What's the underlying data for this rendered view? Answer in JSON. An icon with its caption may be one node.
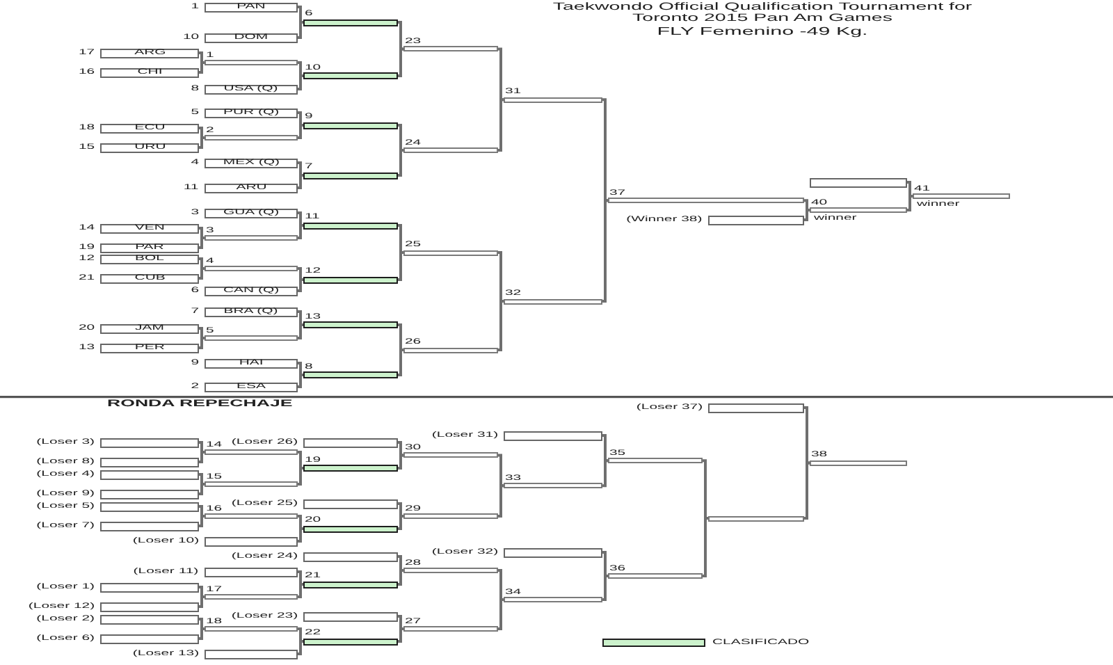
{
  "diagram": {
    "title": "Taekwondo Official Qualification Tournament for Toronto 2015 Pan Am Games",
    "nodes": [
      {
        "text": [
          "PAN"
        ],
        "beside": [
          "1"
        ]
      },
      {
        "text": [
          "DOM"
        ],
        "beside": [
          "10"
        ]
      },
      {
        "text": [
          "ARG"
        ],
        "beside": [
          "17"
        ]
      },
      {
        "text": [
          "CHI"
        ],
        "beside": [
          "16"
        ]
      },
      {
        "text": [
          "USA (Q)"
        ],
        "beside": [
          "8"
        ]
      },
      {
        "text": [
          "PUR (Q)"
        ],
        "beside": [
          "5"
        ]
      },
      {
        "text": [
          "ECU"
        ],
        "beside": [
          "18"
        ]
      },
      {
        "text": [
          "URU"
        ],
        "beside": [
          "15"
        ]
      },
      {
        "text": [
          "MEX (Q)"
        ],
        "beside": [
          "4"
        ]
      },
      {
        "text": [
          "ARU"
        ],
        "beside": [
          "11"
        ]
      },
      {
        "text": [
          "GUA (Q)"
        ],
        "beside": [
          "3"
        ]
      },
      {
        "text": [
          "VEN"
        ],
        "beside": [
          "14"
        ]
      },
      {
        "text": [
          "PAR"
        ],
        "beside": [
          "19"
        ]
      },
      {
        "text": [
          "BOL"
        ],
        "beside": [
          "12"
        ]
      },
      {
        "text": [
          "CUB"
        ],
        "beside": [
          "21"
        ]
      },
      {
        "text": [
          "CAN (Q)"
        ],
        "beside": [
          "6"
        ]
      },
      {
        "text": [
          "BRA (Q)"
        ],
        "beside": [
          "7"
        ]
      },
      {
        "text": [
          "JAM"
        ],
        "beside": [
          "20"
        ]
      },
      {
        "text": [
          "PER"
        ],
        "beside": [
          "13"
        ]
      },
      {
        "text": [
          "HAI"
        ],
        "beside": [
          "9"
        ]
      },
      {
        "text": [
          "ESA"
        ],
        "beside": [
          "2"
        ]
      },
      {
        "text": [],
        "shape": "bar",
        "beside": [
          "1"
        ]
      },
      {
        "text": [],
        "shape": "bar",
        "beside": [
          "2"
        ]
      },
      {
        "text": [],
        "shape": "bar",
        "beside": [
          "3"
        ]
      },
      {
        "text": [],
        "shape": "bar",
        "beside": [
          "4"
        ]
      },
      {
        "text": [],
        "shape": "bar",
        "beside": [
          "5"
        ]
      },
      {
        "text": [],
        "shape": "bar",
        "beside": [
          "6"
        ]
      },
      {
        "text": [],
        "shape": "bar",
        "beside": [
          "10"
        ]
      },
      {
        "text": [],
        "shape": "bar",
        "beside": [
          "9"
        ]
      },
      {
        "text": [],
        "shape": "bar",
        "beside": [
          "7"
        ]
      },
      {
        "text": [],
        "shape": "bar",
        "beside": [
          "11"
        ]
      },
      {
        "text": [],
        "shape": "bar",
        "beside": [
          "12"
        ]
      },
      {
        "text": [],
        "shape": "bar",
        "beside": [
          "13"
        ]
      },
      {
        "text": [],
        "shape": "bar",
        "beside": [
          "8"
        ]
      },
      {
        "text": [],
        "shape": "bar",
        "beside": [
          "23"
        ]
      },
      {
        "text": [],
        "shape": "bar",
        "beside": [
          "24"
        ]
      },
      {
        "text": [],
        "shape": "bar",
        "beside": [
          "25"
        ]
      },
      {
        "text": [],
        "shape": "bar",
        "beside": [
          "26"
        ]
      },
      {
        "text": [],
        "shape": "bar",
        "beside": [
          "31"
        ]
      },
      {
        "text": [],
        "shape": "bar",
        "beside": [
          "32"
        ]
      },
      {
        "text": [],
        "shape": "bar",
        "beside": [
          "37"
        ]
      },
      {
        "text": [],
        "shape": "box",
        "beside": [
          "(Winner 38)"
        ]
      },
      {
        "text": [],
        "shape": "bar",
        "beside": [
          "40"
        ]
      },
      {
        "text": [],
        "shape": "box"
      },
      {
        "text": [],
        "shape": "bar",
        "beside": [
          "41"
        ]
      },
      {
        "text": [],
        "shape": "box",
        "beside": [
          "(Loser 3)"
        ]
      },
      {
        "text": [],
        "shape": "box",
        "beside": [
          "(Loser 8)"
        ]
      },
      {
        "text": [],
        "shape": "box",
        "beside": [
          "(Loser 4)"
        ]
      },
      {
        "text": [],
        "shape": "box",
        "beside": [
          "(Loser 9)"
        ]
      },
      {
        "text": [],
        "shape": "box",
        "beside": [
          "(Loser 5)"
        ]
      },
      {
        "text": [],
        "shape": "box",
        "beside": [
          "(Loser 7)"
        ]
      },
      {
        "text": [],
        "shape": "box",
        "beside": [
          "(Loser 10)"
        ]
      },
      {
        "text": [],
        "shape": "box",
        "beside": [
          "(Loser 26)"
        ]
      },
      {
        "text": [],
        "shape": "box",
        "beside": [
          "(Loser 25)"
        ]
      },
      {
        "text": [],
        "shape": "box",
        "beside": [
          "(Loser 31)"
        ]
      },
      {
        "text": [],
        "shape": "box",
        "beside": [
          "(Loser 37)"
        ]
      },
      {
        "text": [],
        "shape": "box",
        "beside": [
          "(Loser 24)"
        ]
      },
      {
        "text": [],
        "shape": "box",
        "beside": [
          "(Loser 11)"
        ]
      },
      {
        "text": [],
        "shape": "box",
        "beside": [
          "(Loser 1)"
        ]
      },
      {
        "text": [],
        "shape": "box",
        "beside": [
          "(Loser 12)"
        ]
      },
      {
        "text": [],
        "shape": "box",
        "beside": [
          "(Loser 2)"
        ]
      },
      {
        "text": [],
        "shape": "box",
        "beside": [
          "(Loser 6)"
        ]
      },
      {
        "text": [],
        "shape": "box",
        "beside": [
          "(Loser 23)"
        ]
      },
      {
        "text": [],
        "shape": "box",
        "beside": [
          "(Loser 13)"
        ]
      },
      {
        "text": [],
        "shape": "box",
        "beside": [
          "(Loser 32)"
        ]
      },
      {
        "text": [],
        "shape": "bar",
        "beside": [
          "14"
        ]
      },
      {
        "text": [],
        "shape": "bar",
        "beside": [
          "15"
        ]
      },
      {
        "text": [],
        "shape": "bar",
        "beside": [
          "16"
        ]
      },
      {
        "text": [],
        "shape": "bar",
        "beside": [
          "17"
        ]
      },
      {
        "text": [],
        "shape": "bar",
        "beside": [
          "18"
        ]
      },
      {
        "text": [],
        "shape": "bar",
        "beside": [
          "19"
        ]
      },
      {
        "text": [],
        "shape": "bar",
        "beside": [
          "20"
        ]
      },
      {
        "text": [],
        "shape": "bar",
        "beside": [
          "21"
        ]
      },
      {
        "text": [],
        "shape": "bar",
        "beside": [
          "22"
        ]
      },
      {
        "text": [],
        "shape": "bar",
        "beside": [
          "30"
        ]
      },
      {
        "text": [],
        "shape": "bar",
        "beside": [
          "29"
        ]
      },
      {
        "text": [],
        "shape": "bar",
        "beside": [
          "28"
        ]
      },
      {
        "text": [],
        "shape": "bar",
        "beside": [
          "27"
        ]
      },
      {
        "text": [],
        "shape": "bar",
        "beside": [
          "33"
        ]
      },
      {
        "text": [],
        "shape": "bar",
        "beside": [
          "34"
        ]
      },
      {
        "text": [],
        "shape": "bar",
        "beside": [
          "35"
        ]
      },
      {
        "text": [],
        "shape": "bar",
        "beside": [
          "36"
        ]
      },
      {
        "text": [],
        "shape": "bar"
      },
      {
        "text": [],
        "shape": "bar",
        "beside": [
          "38"
        ]
      }
    ],
    "edges": [
      {
        "from": 2,
        "to": 21,
        "arrow": "none"
      },
      {
        "from": 3,
        "to": 21,
        "arrow": "none"
      },
      {
        "from": 6,
        "to": 22,
        "arrow": "none"
      },
      {
        "from": 7,
        "to": 22,
        "arrow": "none"
      },
      {
        "from": 11,
        "to": 23,
        "arrow": "none"
      },
      {
        "from": 12,
        "to": 23,
        "arrow": "none"
      },
      {
        "from": 13,
        "to": 24,
        "arrow": "none"
      },
      {
        "from": 14,
        "to": 24,
        "arrow": "none"
      },
      {
        "from": 17,
        "to": 25,
        "arrow": "none"
      },
      {
        "from": 18,
        "to": 25,
        "arrow": "none"
      },
      {
        "from": 0,
        "to": 26,
        "arrow": "none"
      },
      {
        "from": 1,
        "to": 26,
        "arrow": "none"
      },
      {
        "from": 21,
        "to": 27,
        "arrow": "none"
      },
      {
        "from": 4,
        "to": 27,
        "arrow": "none"
      },
      {
        "from": 5,
        "to": 28,
        "arrow": "none"
      },
      {
        "from": 22,
        "to": 28,
        "arrow": "none"
      },
      {
        "from": 8,
        "to": 29,
        "arrow": "none"
      },
      {
        "from": 9,
        "to": 29,
        "arrow": "none"
      },
      {
        "from": 10,
        "to": 30,
        "arrow": "none"
      },
      {
        "from": 23,
        "to": 30,
        "arrow": "none"
      },
      {
        "from": 24,
        "to": 31,
        "arrow": "none"
      },
      {
        "from": 15,
        "to": 31,
        "arrow": "none"
      },
      {
        "from": 16,
        "to": 32,
        "arrow": "none"
      },
      {
        "from": 25,
        "to": 32,
        "arrow": "none"
      },
      {
        "from": 19,
        "to": 33,
        "arrow": "none"
      },
      {
        "from": 20,
        "to": 33,
        "arrow": "none"
      },
      {
        "from": 26,
        "to": 34,
        "arrow": "none"
      },
      {
        "from": 27,
        "to": 34,
        "arrow": "none"
      },
      {
        "from": 28,
        "to": 35,
        "arrow": "none"
      },
      {
        "from": 29,
        "to": 35,
        "arrow": "none"
      },
      {
        "from": 30,
        "to": 36,
        "arrow": "none"
      },
      {
        "from": 31,
        "to": 36,
        "arrow": "none"
      },
      {
        "from": 32,
        "to": 37,
        "arrow": "none"
      },
      {
        "from": 33,
        "to": 37,
        "arrow": "none"
      },
      {
        "from": 34,
        "to": 38,
        "arrow": "none"
      },
      {
        "from": 35,
        "to": 38,
        "arrow": "none"
      },
      {
        "from": 36,
        "to": 39,
        "arrow": "none"
      },
      {
        "from": 37,
        "to": 39,
        "arrow": "none"
      },
      {
        "from": 38,
        "to": 40,
        "arrow": "none"
      },
      {
        "from": 39,
        "to": 40,
        "arrow": "none"
      },
      {
        "from": 40,
        "to": 42,
        "arrow": "none"
      },
      {
        "from": 41,
        "to": 42,
        "arrow": "none"
      },
      {
        "from": 43,
        "to": 44,
        "arrow": "none"
      },
      {
        "from": 42,
        "to": 44,
        "arrow": "none"
      },
      {
        "from": 45,
        "to": 65,
        "arrow": "none"
      },
      {
        "from": 46,
        "to": 65,
        "arrow": "none"
      },
      {
        "from": 47,
        "to": 66,
        "arrow": "none"
      },
      {
        "from": 48,
        "to": 66,
        "arrow": "none"
      },
      {
        "from": 49,
        "to": 67,
        "arrow": "none"
      },
      {
        "from": 50,
        "to": 67,
        "arrow": "none"
      },
      {
        "from": 58,
        "to": 68,
        "arrow": "none"
      },
      {
        "from": 59,
        "to": 68,
        "arrow": "none"
      },
      {
        "from": 60,
        "to": 69,
        "arrow": "none"
      },
      {
        "from": 61,
        "to": 69,
        "arrow": "none"
      },
      {
        "from": 65,
        "to": 70,
        "arrow": "none"
      },
      {
        "from": 66,
        "to": 70,
        "arrow": "none"
      },
      {
        "from": 67,
        "to": 71,
        "arrow": "none"
      },
      {
        "from": 51,
        "to": 71,
        "arrow": "none"
      },
      {
        "from": 57,
        "to": 72,
        "arrow": "none"
      },
      {
        "from": 68,
        "to": 72,
        "arrow": "none"
      },
      {
        "from": 69,
        "to": 73,
        "arrow": "none"
      },
      {
        "from": 63,
        "to": 73,
        "arrow": "none"
      },
      {
        "from": 52,
        "to": 74,
        "arrow": "none"
      },
      {
        "from": 70,
        "to": 74,
        "arrow": "none"
      },
      {
        "from": 53,
        "to": 75,
        "arrow": "none"
      },
      {
        "from": 71,
        "to": 75,
        "arrow": "none"
      },
      {
        "from": 56,
        "to": 76,
        "arrow": "none"
      },
      {
        "from": 72,
        "to": 76,
        "arrow": "none"
      },
      {
        "from": 62,
        "to": 77,
        "arrow": "none"
      },
      {
        "from": 73,
        "to": 77,
        "arrow": "none"
      },
      {
        "from": 74,
        "to": 78,
        "arrow": "none"
      },
      {
        "from": 75,
        "to": 78,
        "arrow": "none"
      },
      {
        "from": 76,
        "to": 79,
        "arrow": "none"
      },
      {
        "from": 77,
        "to": 79,
        "arrow": "none"
      },
      {
        "from": 54,
        "to": 80,
        "arrow": "none"
      },
      {
        "from": 78,
        "to": 80,
        "arrow": "none"
      },
      {
        "from": 64,
        "to": 81,
        "arrow": "none"
      },
      {
        "from": 79,
        "to": 81,
        "arrow": "none"
      },
      {
        "from": 80,
        "to": 82,
        "arrow": "none"
      },
      {
        "from": 81,
        "to": 82,
        "arrow": "none"
      },
      {
        "from": 55,
        "to": 83,
        "arrow": "none"
      },
      {
        "from": 82,
        "to": 83,
        "arrow": "none"
      }
    ],
    "labels": [
      "FLY Femenino -49 Kg.",
      "winner",
      "winner",
      "RONDA REPECHAJE"
    ],
    "legend": [
      {
        "text": "CLASIFICADO",
        "color": "#ccf2cc"
      }
    ]
  }
}
